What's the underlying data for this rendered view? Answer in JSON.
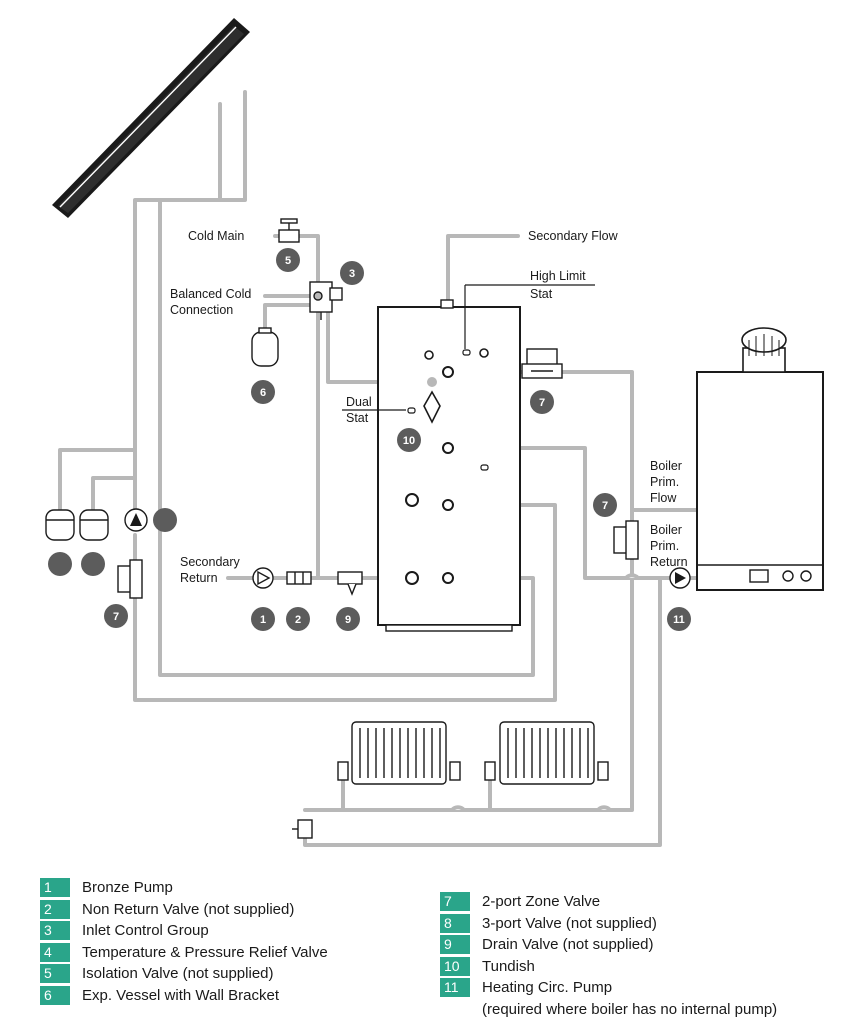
{
  "labels": {
    "cold_main": "Cold Main",
    "balanced_cold_1": "Balanced Cold",
    "balanced_cold_2": "Connection",
    "secondary_flow": "Secondary Flow",
    "high_limit_1": "High Limit",
    "high_limit_2": "Stat",
    "dual_1": "Dual",
    "dual_2": "Stat",
    "secondary_return_1": "Secondary",
    "secondary_return_2": "Return",
    "boiler_flow_1": "Boiler",
    "boiler_flow_2": "Prim.",
    "boiler_flow_3": "Flow",
    "boiler_return_1": "Boiler",
    "boiler_return_2": "Prim.",
    "boiler_return_3": "Return"
  },
  "badges": {
    "b1": "1",
    "b2": "2",
    "b3": "3",
    "b5": "5",
    "b6": "6",
    "b7a": "7",
    "b7b": "7",
    "b7c": "7",
    "b9": "9",
    "b10": "10",
    "b11": "11"
  },
  "legend_left": [
    {
      "num": "1",
      "text": "Bronze Pump"
    },
    {
      "num": "2",
      "text": "Non Return Valve (not supplied)"
    },
    {
      "num": "3",
      "text": "Inlet Control Group"
    },
    {
      "num": "4",
      "text": "Temperature & Pressure Relief Valve"
    },
    {
      "num": "5",
      "text": "Isolation Valve (not supplied)"
    },
    {
      "num": "6",
      "text": "Exp. Vessel with Wall Bracket"
    }
  ],
  "legend_right": [
    {
      "num": "7",
      "text": "2-port Zone Valve"
    },
    {
      "num": "8",
      "text": "3-port Valve (not supplied)"
    },
    {
      "num": "9",
      "text": "Drain Valve (not supplied)"
    },
    {
      "num": "10",
      "text": "Tundish"
    },
    {
      "num": "11",
      "text": "Heating Circ. Pump"
    }
  ],
  "legend_note": "(required where boiler has no internal pump)",
  "colors": {
    "pipe": "#b8b8b8",
    "badge": "#5c5c5c",
    "legend_accent": "#2aa58a"
  }
}
